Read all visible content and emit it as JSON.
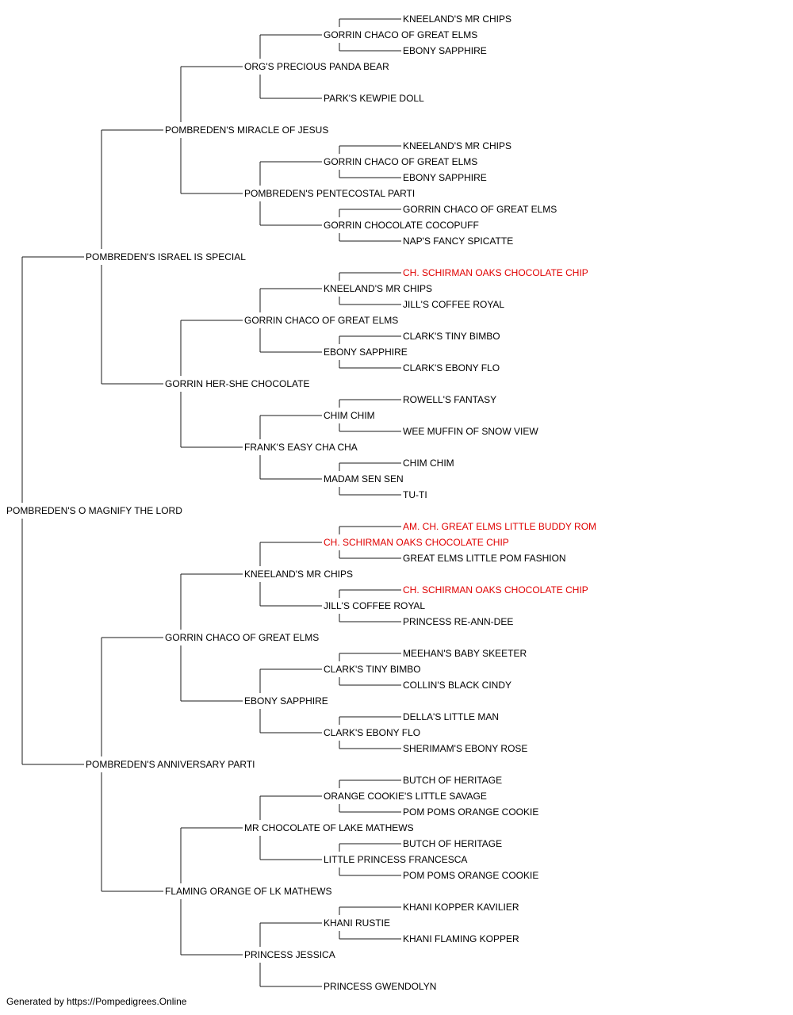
{
  "colors": {
    "text": "#000000",
    "highlight": "#e00000",
    "lines": "#1a1a1a",
    "background": "#ffffff"
  },
  "pedigree": {
    "name": "POMBREDEN'S O MAGNIFY THE LORD",
    "sire": {
      "name": "POMBREDEN'S ISRAEL IS SPECIAL",
      "sire": {
        "name": "POMBREDEN'S MIRACLE OF JESUS",
        "sire": {
          "name": "ORG'S PRECIOUS PANDA BEAR",
          "sire": {
            "name": "GORRIN CHACO OF GREAT ELMS",
            "sire": {
              "name": "KNEELAND'S MR CHIPS"
            },
            "dam": {
              "name": "EBONY SAPPHIRE"
            }
          },
          "dam": {
            "name": "PARK'S KEWPIE DOLL"
          }
        },
        "dam": {
          "name": "POMBREDEN'S PENTECOSTAL PARTI",
          "sire": {
            "name": "GORRIN CHACO OF GREAT ELMS",
            "sire": {
              "name": "KNEELAND'S MR CHIPS"
            },
            "dam": {
              "name": "EBONY SAPPHIRE"
            }
          },
          "dam": {
            "name": "GORRIN CHOCOLATE COCOPUFF",
            "sire": {
              "name": "GORRIN CHACO OF GREAT ELMS"
            },
            "dam": {
              "name": "NAP'S FANCY SPICATTE"
            }
          }
        }
      },
      "dam": {
        "name": "GORRIN HER-SHE CHOCOLATE",
        "sire": {
          "name": "GORRIN CHACO OF GREAT ELMS",
          "sire": {
            "name": "KNEELAND'S MR CHIPS",
            "sire": {
              "name": "CH. SCHIRMAN OAKS CHOCOLATE CHIP",
              "highlight": true
            },
            "dam": {
              "name": "JILL'S COFFEE ROYAL"
            }
          },
          "dam": {
            "name": "EBONY SAPPHIRE",
            "sire": {
              "name": "CLARK'S TINY BIMBO"
            },
            "dam": {
              "name": "CLARK'S EBONY FLO"
            }
          }
        },
        "dam": {
          "name": "FRANK'S EASY CHA CHA",
          "sire": {
            "name": "CHIM CHIM",
            "sire": {
              "name": "ROWELL'S FANTASY"
            },
            "dam": {
              "name": "WEE MUFFIN OF SNOW VIEW"
            }
          },
          "dam": {
            "name": "MADAM SEN SEN",
            "sire": {
              "name": "CHIM CHIM"
            },
            "dam": {
              "name": "TU-TI"
            }
          }
        }
      }
    },
    "dam": {
      "name": "POMBREDEN'S ANNIVERSARY PARTI",
      "sire": {
        "name": "GORRIN CHACO OF GREAT ELMS",
        "sire": {
          "name": "KNEELAND'S MR CHIPS",
          "sire": {
            "name": "CH. SCHIRMAN OAKS CHOCOLATE CHIP",
            "highlight": true,
            "sire": {
              "name": "AM. CH. GREAT ELMS LITTLE BUDDY ROM",
              "highlight": true
            },
            "dam": {
              "name": "GREAT ELMS LITTLE POM FASHION"
            }
          },
          "dam": {
            "name": "JILL'S COFFEE ROYAL",
            "sire": {
              "name": "CH. SCHIRMAN OAKS CHOCOLATE CHIP",
              "highlight": true
            },
            "dam": {
              "name": "PRINCESS RE-ANN-DEE"
            }
          }
        },
        "dam": {
          "name": "EBONY SAPPHIRE",
          "sire": {
            "name": "CLARK'S TINY BIMBO",
            "sire": {
              "name": "MEEHAN'S BABY SKEETER"
            },
            "dam": {
              "name": "COLLIN'S BLACK CINDY"
            }
          },
          "dam": {
            "name": "CLARK'S EBONY FLO",
            "sire": {
              "name": "DELLA'S LITTLE MAN"
            },
            "dam": {
              "name": "SHERIMAM'S EBONY ROSE"
            }
          }
        }
      },
      "dam": {
        "name": "FLAMING ORANGE OF LK MATHEWS",
        "sire": {
          "name": "MR CHOCOLATE OF LAKE MATHEWS",
          "sire": {
            "name": "ORANGE COOKIE'S LITTLE SAVAGE",
            "sire": {
              "name": "BUTCH OF HERITAGE"
            },
            "dam": {
              "name": "POM POMS ORANGE COOKIE"
            }
          },
          "dam": {
            "name": "LITTLE PRINCESS FRANCESCA",
            "sire": {
              "name": "BUTCH OF HERITAGE"
            },
            "dam": {
              "name": "POM POMS ORANGE COOKIE"
            }
          }
        },
        "dam": {
          "name": "PRINCESS JESSICA",
          "sire": {
            "name": "KHANI RUSTIE",
            "sire": {
              "name": "KHANI KOPPER KAVILIER"
            },
            "dam": {
              "name": "KHANI FLAMING KOPPER"
            }
          },
          "dam": {
            "name": "PRINCESS GWENDOLYN"
          }
        }
      }
    }
  },
  "footer": {
    "text": "Generated by https://Pompedigrees.Online"
  }
}
